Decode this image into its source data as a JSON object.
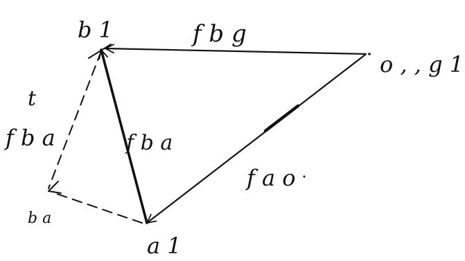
{
  "diagram": {
    "vertices": {
      "b1": "b 1",
      "og1": "o , , g 1",
      "a1": "a 1",
      "ba": "b a"
    },
    "vectors": {
      "fbg": "f b g",
      "fba": "f b a",
      "fao": "f a o",
      "fba_t": "f b a",
      "t_superscript": "t"
    },
    "stroke_color": "#111111",
    "background": "#ffffff"
  }
}
